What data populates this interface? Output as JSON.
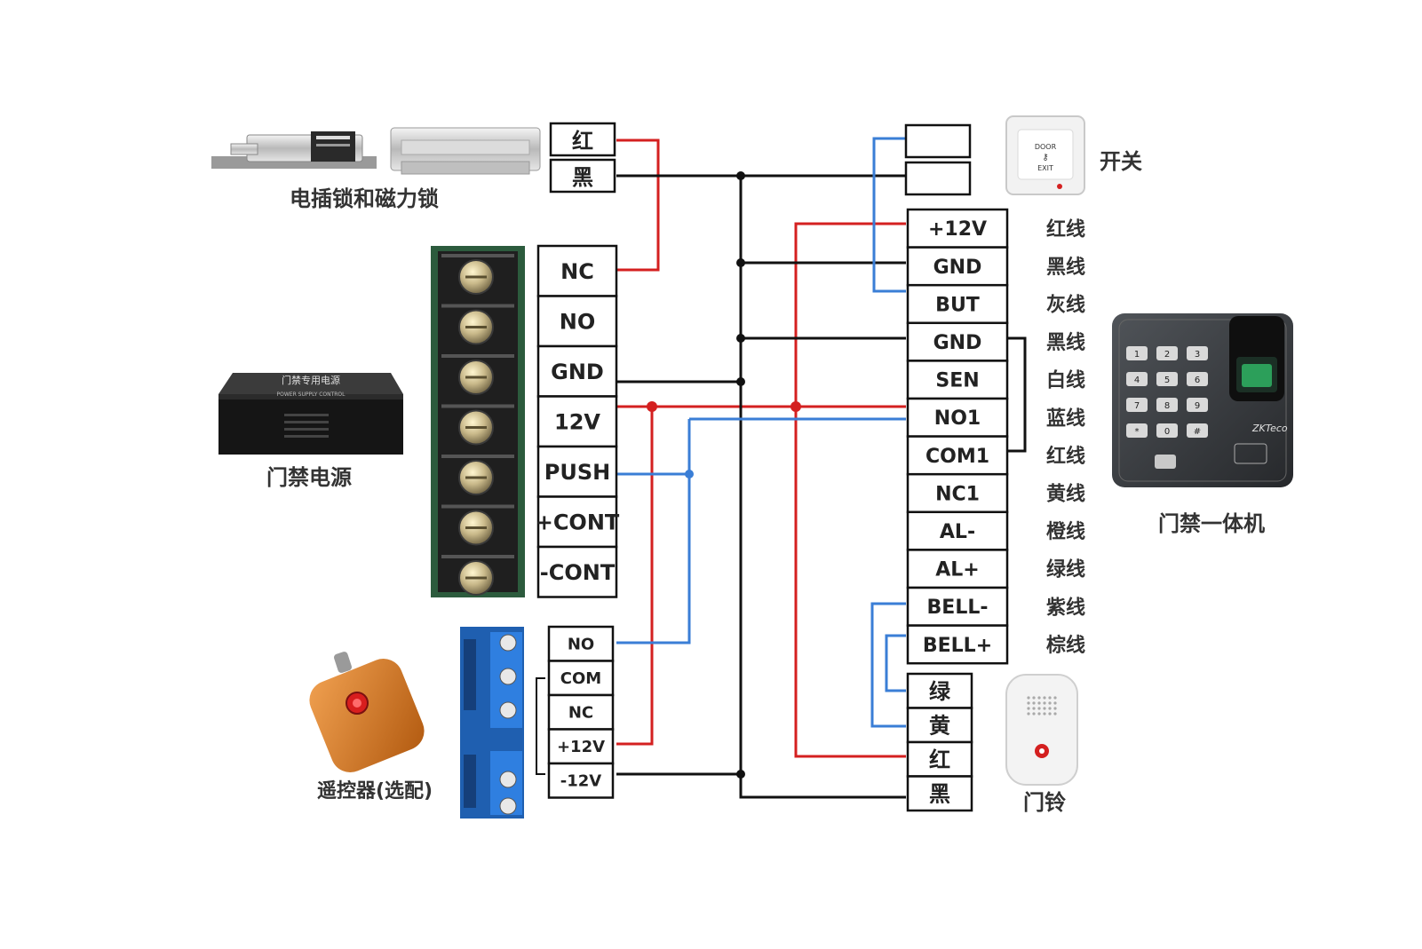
{
  "devices": {
    "lock": {
      "caption": "电插锁和磁力锁",
      "wires": [
        "红",
        "黑"
      ]
    },
    "exit_switch": {
      "caption": "开关",
      "plate_text": [
        "DOOR",
        "EXIT"
      ]
    },
    "power_supply": {
      "caption": "门禁电源",
      "box_text": [
        "门禁专用电源",
        "POWER SUPPLY CONTROL"
      ],
      "terminals": [
        "NC",
        "NO",
        "GND",
        "12V",
        "PUSH",
        "+CONT",
        "-CONT"
      ]
    },
    "controller": {
      "caption": "门禁一体机",
      "brand": "ZKTeco",
      "terminals": [
        "+12V",
        "GND",
        "BUT",
        "GND",
        "SEN",
        "NO1",
        "COM1",
        "NC1",
        "AL-",
        "AL+",
        "BELL-",
        "BELL+"
      ],
      "wire_colors": [
        "红线",
        "黑线",
        "灰线",
        "黑线",
        "白线",
        "蓝线",
        "红线",
        "黄线",
        "橙线",
        "绿线",
        "紫线",
        "棕线"
      ],
      "keypad": [
        "1",
        "2",
        "3",
        "4",
        "5",
        "6",
        "7",
        "8",
        "9",
        "*",
        "0",
        "#"
      ]
    },
    "remote": {
      "caption": "遥控器(选配)",
      "terminals": [
        "NO",
        "COM",
        "NC",
        "+12V",
        "-12V"
      ]
    },
    "doorbell": {
      "caption": "门铃",
      "wires": [
        "绿",
        "黄",
        "红",
        "黑"
      ]
    }
  },
  "colors": {
    "red_wire": "#d42020",
    "black_wire": "#111111",
    "blue_wire": "#3a7ed6"
  }
}
